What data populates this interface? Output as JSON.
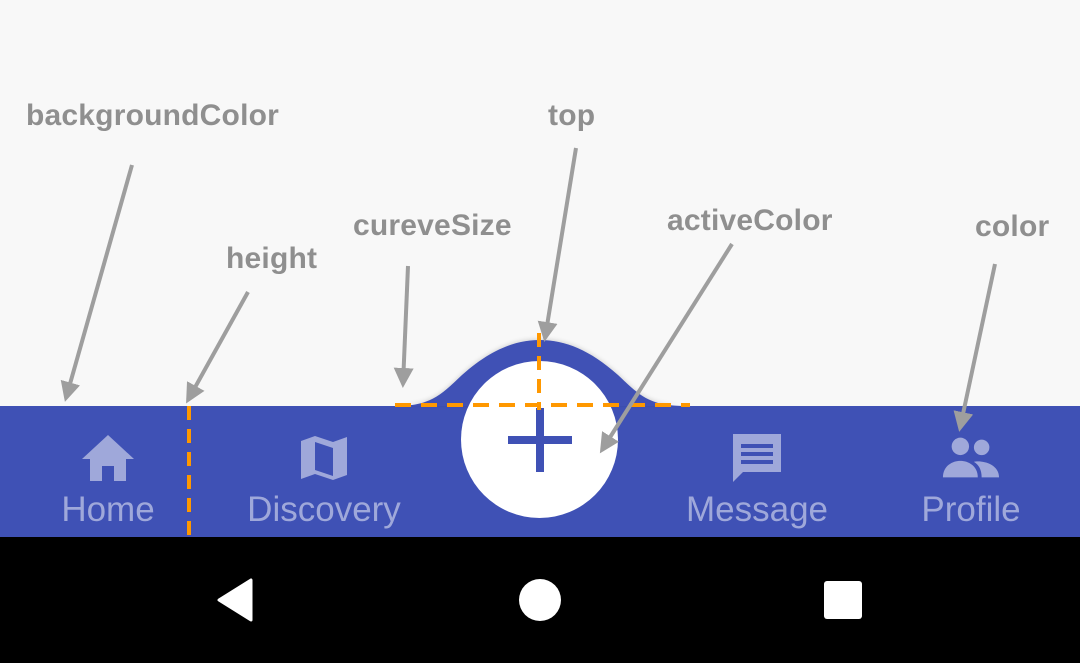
{
  "annotations": {
    "backgroundColor": "backgroundColor",
    "height": "height",
    "curveSize": "cureveSize",
    "top": "top",
    "activeColor": "activeColor",
    "color": "color"
  },
  "tabs": [
    {
      "id": "home",
      "label": "Home",
      "icon": "home-icon"
    },
    {
      "id": "discovery",
      "label": "Discovery",
      "icon": "map-icon"
    },
    {
      "id": "message",
      "label": "Message",
      "icon": "message-icon"
    },
    {
      "id": "profile",
      "label": "Profile",
      "icon": "people-icon"
    }
  ],
  "fab": {
    "icon": "plus-icon"
  },
  "system_nav": [
    {
      "id": "back",
      "icon": "back-triangle-icon"
    },
    {
      "id": "home",
      "icon": "home-circle-icon"
    },
    {
      "id": "recents",
      "icon": "recents-square-icon"
    }
  ],
  "colors": {
    "page_background": "#f8f8f8",
    "bar_background": "#3f51b5",
    "inactive_color": "#9fa8da",
    "active_color": "#3f51b5",
    "annotation_text": "#8f8f8f",
    "guide_line": "#ff9800",
    "arrow": "#9e9e9e",
    "nav_background": "#000000"
  }
}
